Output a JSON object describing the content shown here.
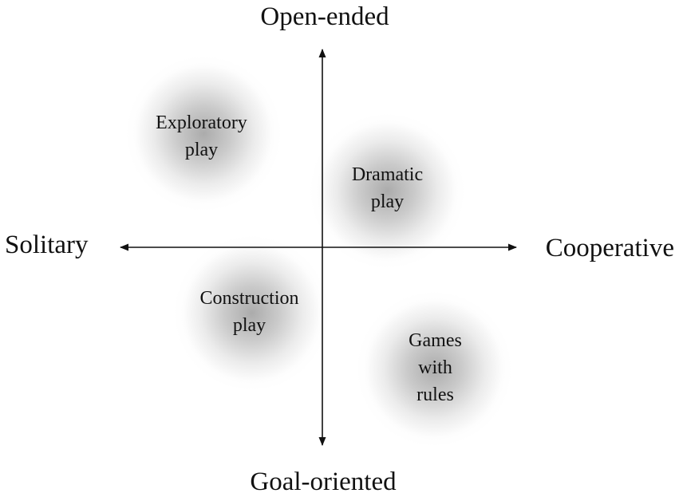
{
  "axis_labels": {
    "top": "Open-ended",
    "bottom": "Goal-oriented",
    "left": "Solitary",
    "right": "Cooperative"
  },
  "play_types": {
    "exploratory": {
      "line1": "Exploratory",
      "line2": "play"
    },
    "dramatic": {
      "line1": "Dramatic",
      "line2": "play"
    },
    "construction": {
      "line1": "Construction",
      "line2": "play"
    },
    "games": {
      "line1": "Games",
      "line2": "with",
      "line3": "rules"
    }
  },
  "colors": {
    "ink": "#111111",
    "blob": "#8a8a8a",
    "background": "#ffffff"
  }
}
